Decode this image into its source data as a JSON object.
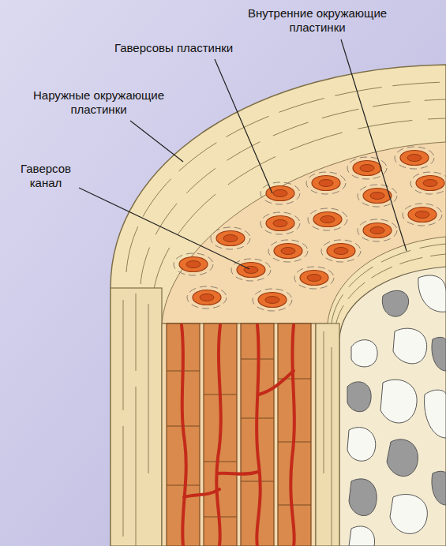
{
  "diagram": {
    "labels": [
      "Внутренние окружающие пластинки",
      "Гаверсовы пластинки",
      "Наружные окружающие пластинки",
      "Гаверсов канал"
    ]
  }
}
